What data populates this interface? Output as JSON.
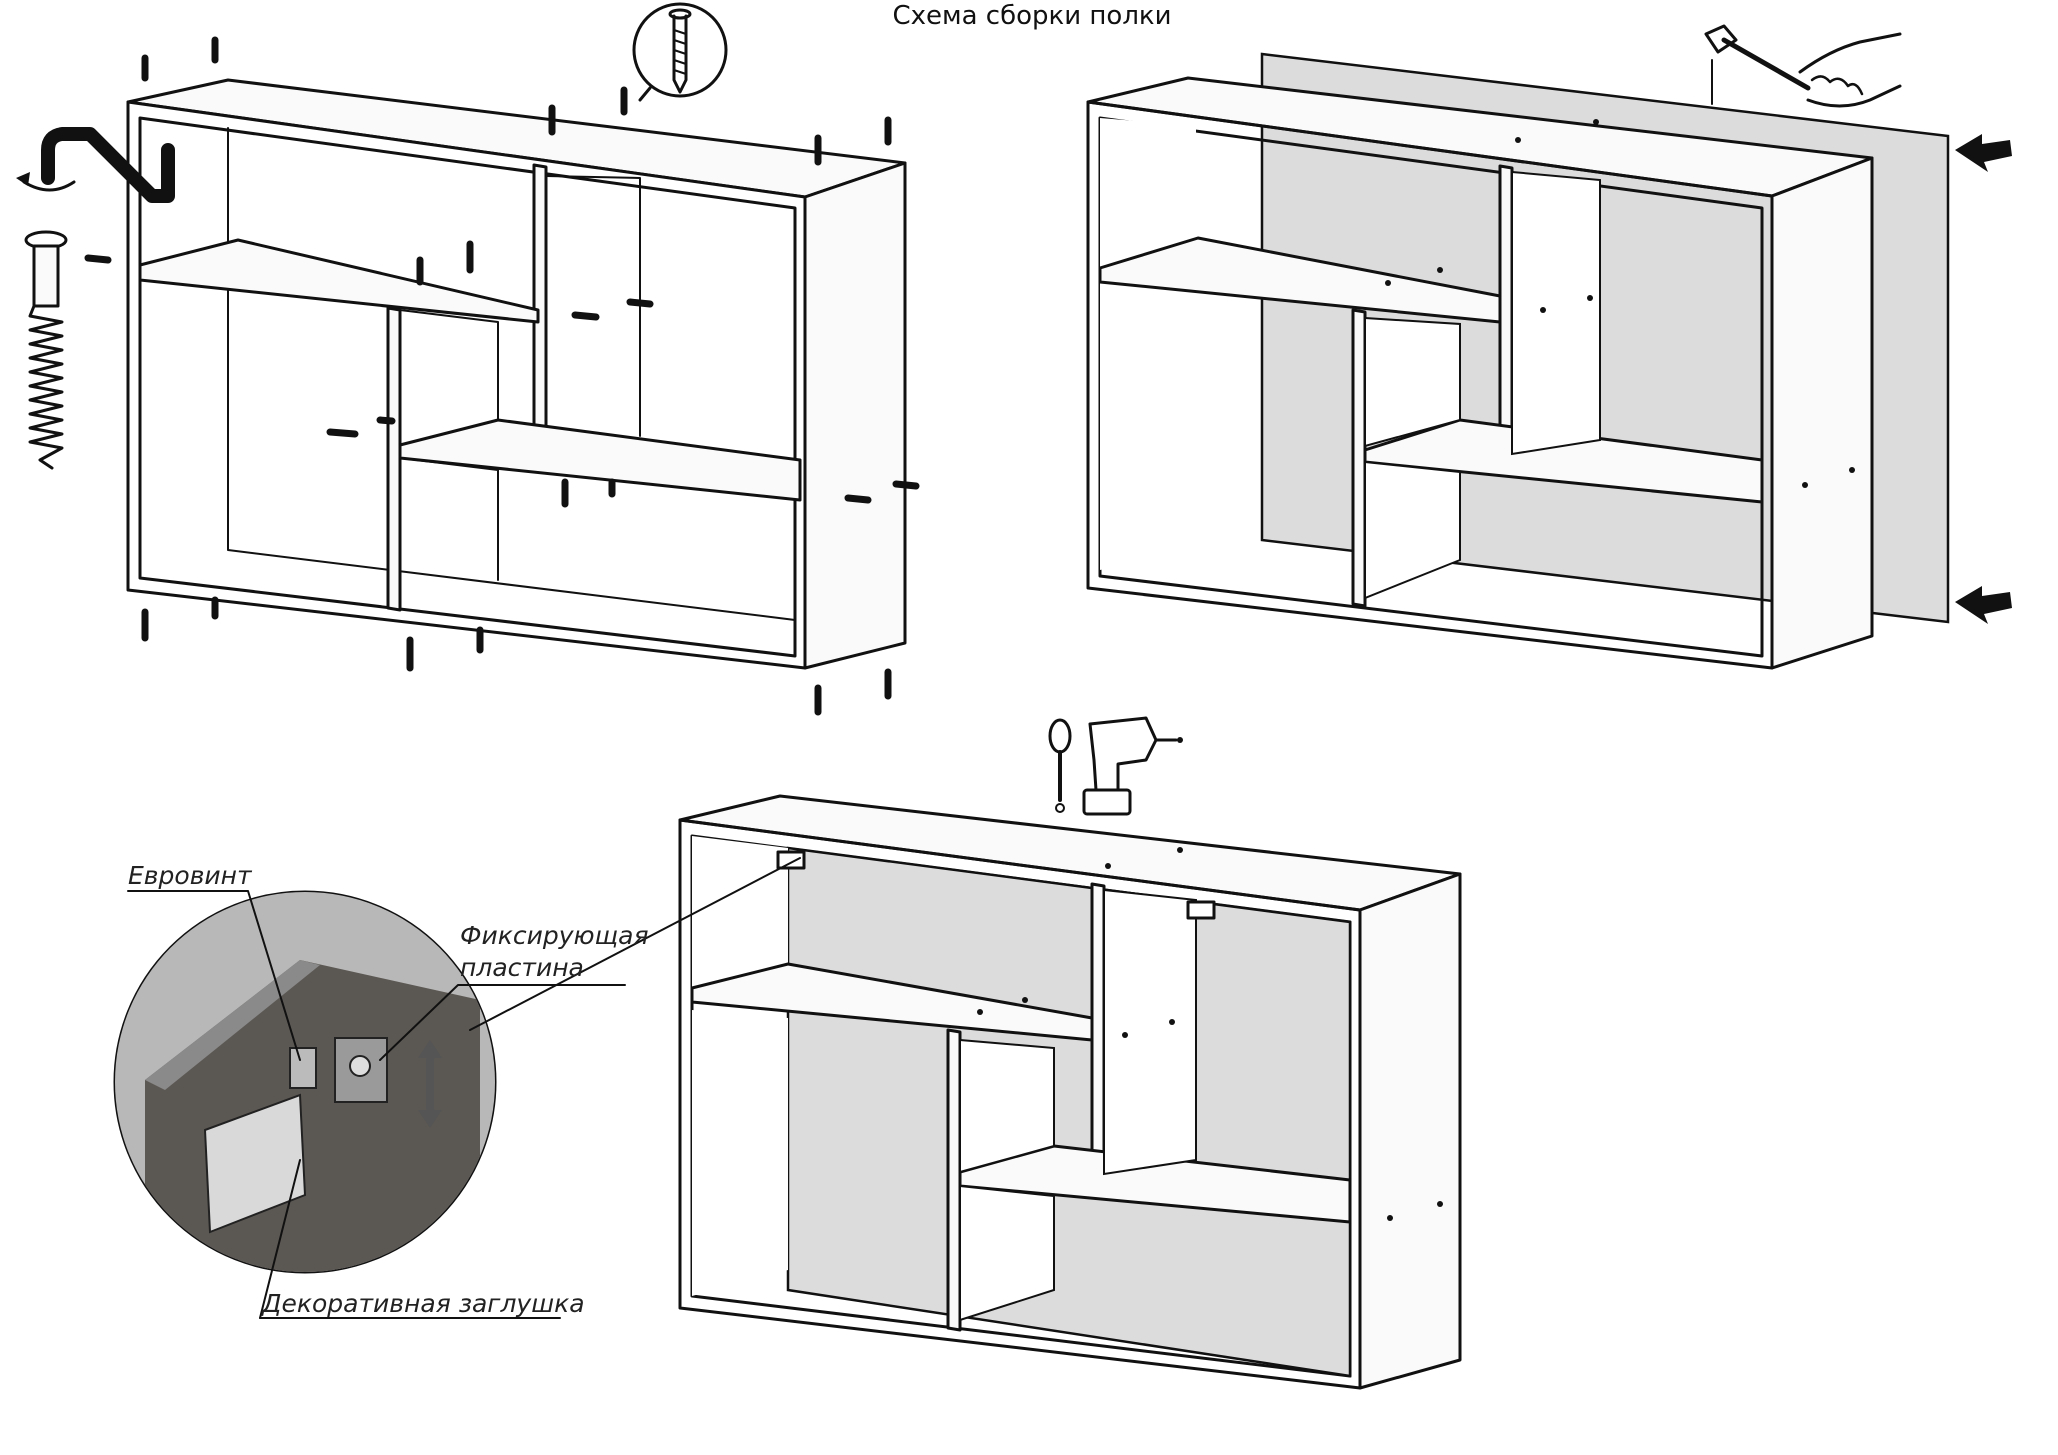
{
  "title": "Схема сборки полки",
  "labels": {
    "eurovint": "Евровинт",
    "fixing_plate_line1": "Фиксирующая",
    "fixing_plate_line2": "пластина",
    "decorative_cap": "Декоративная заглушка"
  },
  "steps": [
    {
      "name": "frame-assembly-step",
      "tools": [
        "hex-key-icon",
        "confirmat-screw-icon",
        "nail-icon"
      ]
    },
    {
      "name": "back-panel-step",
      "tools": [
        "hammer-icon",
        "arrow-left-icon",
        "arrow-left-icon"
      ]
    },
    {
      "name": "wall-mount-step",
      "tools": [
        "screwdriver-icon",
        "cordless-drill-icon"
      ]
    }
  ],
  "colors": {
    "line": "#111111",
    "back_panel": "#dcdcdc",
    "detail_wall": "#8a8a8a",
    "detail_panel": "#5b5753"
  }
}
